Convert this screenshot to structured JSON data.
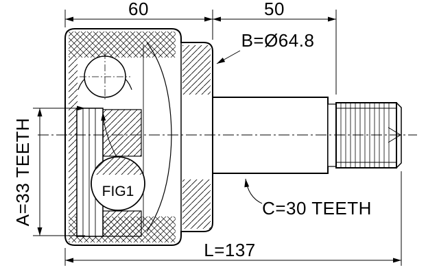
{
  "drawing": {
    "dim_width_housing": "60",
    "dim_width_shaft": "50",
    "outer_diameter": "B=Ø64.8",
    "inner_spline": "A=33 TEETH",
    "shaft_spline": "C=30 TEETH",
    "total_length": "L=137",
    "figure_ref": "FIG1"
  },
  "colors": {
    "line": "#000000",
    "background": "#ffffff"
  }
}
